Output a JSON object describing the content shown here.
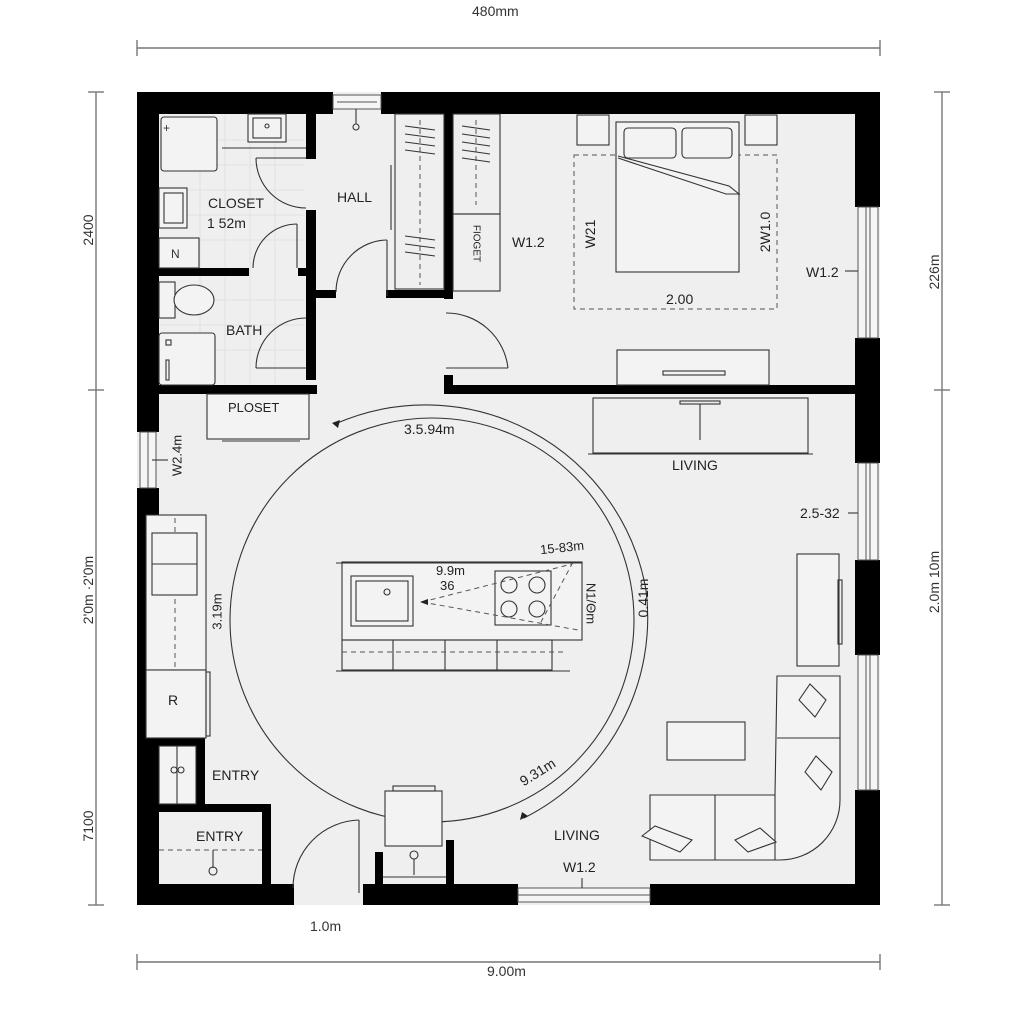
{
  "dimensions": {
    "top": "480mm",
    "bottom": "9.00m",
    "bottom_door": "1.0m",
    "left": [
      "2400",
      "2'0m ·2'0m",
      "7100"
    ],
    "right": [
      "226m",
      "2.0m 10m"
    ]
  },
  "rooms": {
    "closet": {
      "label": "CLOSET",
      "area": "1 52m"
    },
    "hall": {
      "label": "HALL"
    },
    "bath": {
      "label": "BATH"
    },
    "ploset": {
      "label": "PLOSET"
    },
    "wardrobe": {
      "label": "FIOGET"
    },
    "living_top": {
      "label": "LIVING"
    },
    "living_bottom": {
      "label": "LIVING"
    },
    "entry_upper": {
      "label": "ENTRY"
    },
    "entry_lower": {
      "label": "ENTRY"
    },
    "fridge": {
      "label": "R"
    }
  },
  "annotations": {
    "bedroom_window_left": "W1.2",
    "bedroom_rug_left": "W21",
    "bedroom_rug_right": "2W1.0",
    "bedroom_rug_bottom": "2.00",
    "bedroom_window_right": "W1.2",
    "kitchen_window": "W2.4m",
    "arc_top": "3.5.94m",
    "arc_right": "0.41m",
    "arc_bottom": "9.31m",
    "island_a": "9.9m",
    "island_b": "36",
    "island_c": "15-83m",
    "island_side": "N1/Θm",
    "counter_side": "3.19m",
    "living_window": "2.5-32",
    "bottom_window": "W1.2"
  },
  "colors": {
    "wall": "#000000",
    "floor": "#efefef",
    "line": "#333333",
    "background": "#ffffff"
  }
}
